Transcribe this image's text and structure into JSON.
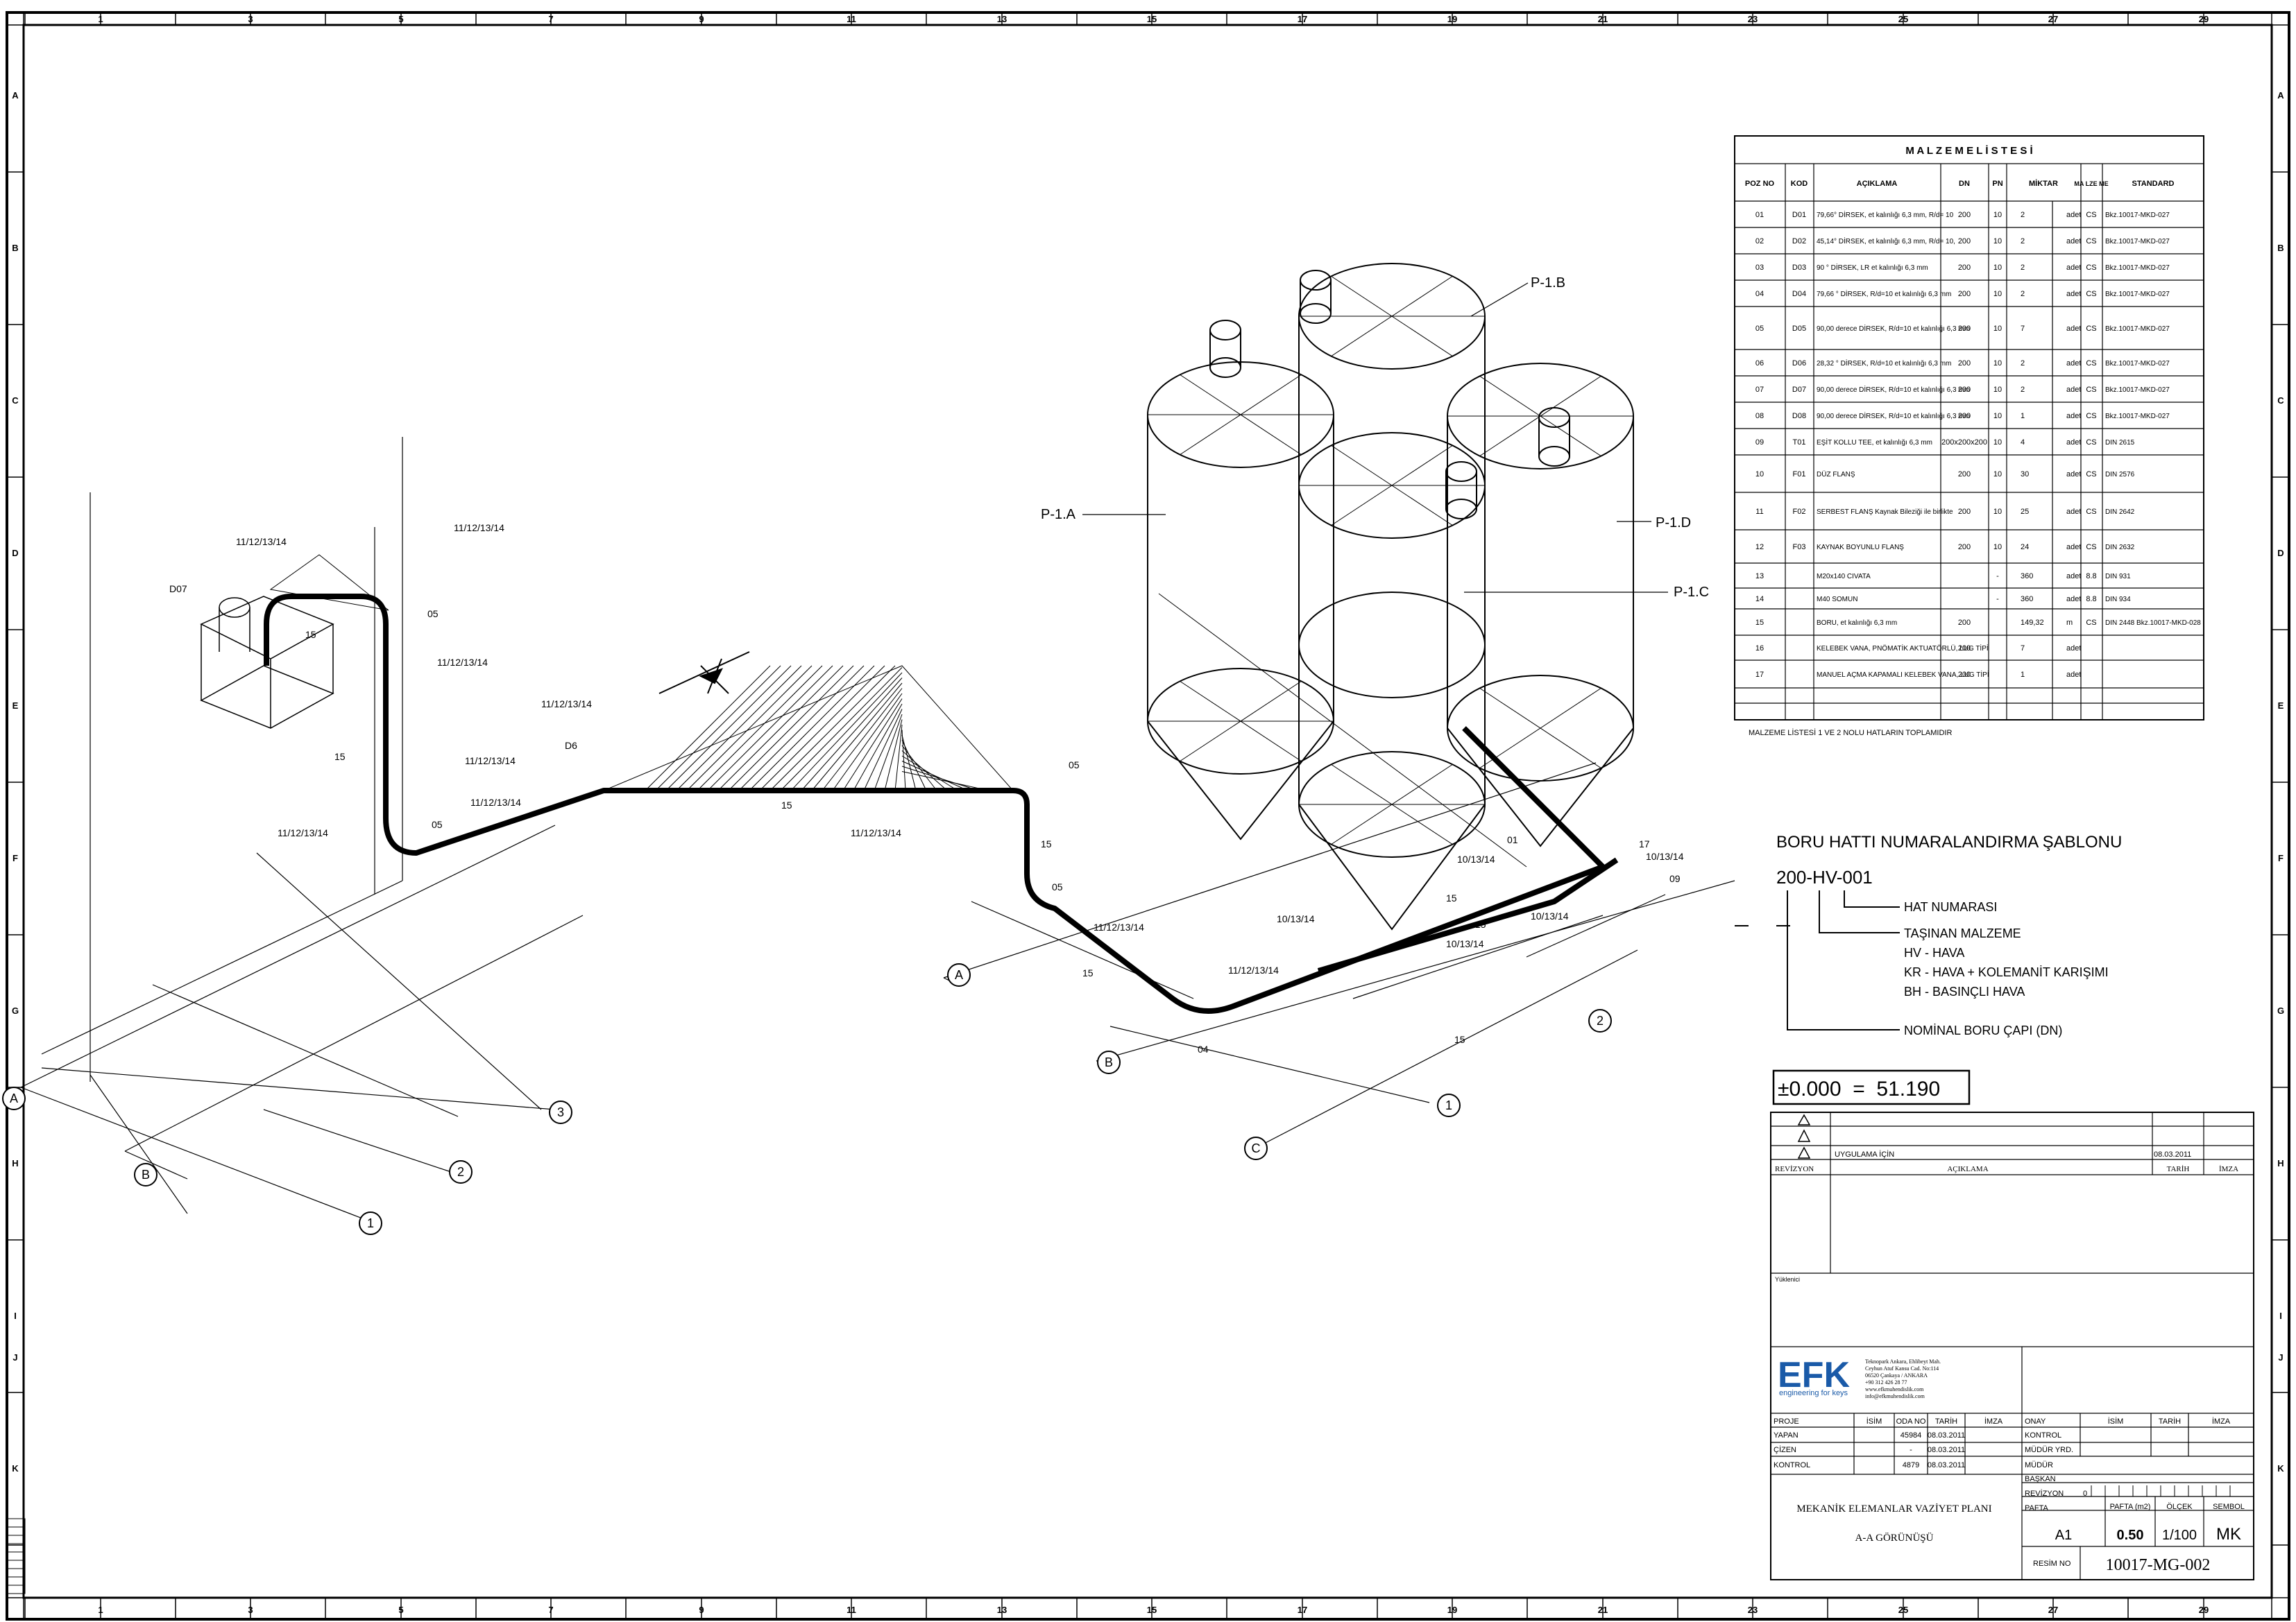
{
  "grid": {
    "cols": [
      "1",
      "3",
      "5",
      "7",
      "9",
      "11",
      "13",
      "15",
      "17",
      "19",
      "21",
      "23",
      "25",
      "27",
      "29"
    ],
    "rows": [
      "A",
      "B",
      "C",
      "D",
      "E",
      "F",
      "G",
      "H",
      "I",
      "J",
      "K"
    ]
  },
  "material_list": {
    "title": "M A L Z E M E   L İ S T E S İ",
    "headers": [
      "POZ NO",
      "KOD",
      "AÇIKLAMA",
      "DN",
      "PN",
      "MİKTAR",
      "MA LZE ME",
      "STANDARD"
    ],
    "rows": [
      [
        "01",
        "D01",
        "79,66° DİRSEK, et kalınlığı 6,3 mm, R/d= 10",
        "200",
        "10",
        "2",
        "adet",
        "CS",
        "Bkz.10017-MKD-027"
      ],
      [
        "02",
        "D02",
        "45,14° DİRSEK, et kalınlığı 6,3 mm, R/d= 10,",
        "200",
        "10",
        "2",
        "adet",
        "CS",
        "Bkz.10017-MKD-027"
      ],
      [
        "03",
        "D03",
        "90 ° DİRSEK, LR et kalınlığı 6,3 mm",
        "200",
        "10",
        "2",
        "adet",
        "CS",
        "Bkz.10017-MKD-027"
      ],
      [
        "04",
        "D04",
        "79,66 ° DİRSEK, R/d=10 et kalınlığı 6,3 mm",
        "200",
        "10",
        "2",
        "adet",
        "CS",
        "Bkz.10017-MKD-027"
      ],
      [
        "05",
        "D05",
        "90,00 derece DİRSEK, R/d=10 et kalınlığı 6,3 mm",
        "200",
        "10",
        "7",
        "adet",
        "CS",
        "Bkz.10017-MKD-027"
      ],
      [
        "06",
        "D06",
        "28,32 ° DİRSEK, R/d=10 et kalınlığı 6,3 mm",
        "200",
        "10",
        "2",
        "adet",
        "CS",
        "Bkz.10017-MKD-027"
      ],
      [
        "07",
        "D07",
        "90,00 derece DİRSEK, R/d=10 et kalınlığı 6,3 mm",
        "200",
        "10",
        "2",
        "adet",
        "CS",
        "Bkz.10017-MKD-027"
      ],
      [
        "08",
        "D08",
        "90,00 derece DİRSEK, R/d=10 et kalınlığı 6,3 mm",
        "200",
        "10",
        "1",
        "adet",
        "CS",
        "Bkz.10017-MKD-027"
      ],
      [
        "09",
        "T01",
        "EŞİT KOLLU TEE, et kalınlığı 6,3 mm",
        "200x200x200",
        "10",
        "4",
        "adet",
        "CS",
        "DIN 2615"
      ],
      [
        "10",
        "F01",
        "DÜZ FLANŞ",
        "200",
        "10",
        "30",
        "adet",
        "CS",
        "DIN 2576"
      ],
      [
        "11",
        "F02",
        "SERBEST FLANŞ Kaynak Bileziği ile birlikte",
        "200",
        "10",
        "25",
        "adet",
        "CS",
        "DIN 2642"
      ],
      [
        "12",
        "F03",
        "KAYNAK BOYUNLU FLANŞ",
        "200",
        "10",
        "24",
        "adet",
        "CS",
        "DIN 2632"
      ],
      [
        "13",
        "",
        "M20x140 CIVATA",
        "",
        "-",
        "360",
        "adet",
        "8.8",
        "DIN 931"
      ],
      [
        "14",
        "",
        "M40 SOMUN",
        "",
        "-",
        "360",
        "adet",
        "8.8",
        "DIN 934"
      ],
      [
        "15",
        "",
        "BORU, et kalınlığı 6,3 mm",
        "200",
        "",
        "149,32",
        "m",
        "CS",
        "DIN 2448 Bkz.10017-MKD-028"
      ],
      [
        "16",
        "",
        "KELEBEK VANA, PNÖMATİK AKTUATÖRLÜ, LUG TİPİ",
        "200",
        "",
        "7",
        "adet",
        "",
        ""
      ],
      [
        "17",
        "",
        "MANUEL AÇMA KAPAMALI KELEBEK VANA, LUG TİPİ",
        "200",
        "",
        "1",
        "adet",
        "",
        ""
      ]
    ],
    "note": "MALZEME LİSTESİ 1 VE 2 NOLU HATLARIN TOPLAMIDIR"
  },
  "line_numbering": {
    "title": "BORU HATTI NUMARALANDIRMA ŞABLONU",
    "example": "200-HV-001",
    "hat_no": "HAT NUMARASI",
    "tasinan": "TAŞINAN MALZEME",
    "hv": "HV - HAVA",
    "kr": "KR - HAVA + KOLEMANİT KARIŞIMI",
    "bh": "BH - BASINÇLI HAVA",
    "dn": "NOMİNAL BORU ÇAPI (DN)"
  },
  "elevation": "±0.000  =  51.190",
  "revision": {
    "uygulama": "UYGULAMA İÇİN",
    "tarih_val": "08.03.2011",
    "revizyon": "REVİZYON",
    "aciklama": "AÇIKLAMA",
    "tarih": "TARİH",
    "imza": "İMZA",
    "yuklenici": "Yüklenici"
  },
  "company": {
    "logo": "EFK",
    "tagline": "engineering for keys",
    "addr1": "Teknopark Ankara, Ehlibeyt Mah.",
    "addr2": "Ceyhun Atuf Kansu Cad. No:114",
    "addr3": "06520 Çankaya / ANKARA",
    "addr4": "+90 312 426 28 77",
    "addr5": "www.efkmuhendislik.com",
    "addr6": "info@efkmuhendislik.com"
  },
  "signoff": {
    "left_headers": [
      "PROJE",
      "İSİM",
      "ODA NO",
      "TARİH",
      "İMZA"
    ],
    "left_rows": [
      [
        "YAPAN",
        "",
        "45984",
        "08.03.2011",
        ""
      ],
      [
        "ÇİZEN",
        "",
        "-",
        "08.03.2011",
        ""
      ],
      [
        "KONTROL",
        "",
        "4879",
        "08.03.2011",
        ""
      ]
    ],
    "right_headers": [
      "ONAY",
      "İSİM",
      "TARİH",
      "İMZA"
    ],
    "right_rows": [
      "KONTROL",
      "MÜDÜR YRD.",
      "MÜDÜR",
      "BAŞKAN"
    ]
  },
  "title_block": {
    "title": "MEKANİK ELEMANLAR VAZİYET PLANI",
    "subtitle": "A-A GÖRÜNÜŞÜ",
    "revizyon_label": "REVİZYON",
    "revizyon_val": "0",
    "pafta_label": "PAFTA",
    "pafta_m2_label": "PAFTA (m2)",
    "olcek_label": "ÖLÇEK",
    "sembol_label": "SEMBOL",
    "pafta": "A1",
    "pafta_m2": "0.50",
    "olcek": "1/100",
    "sembol": "MK",
    "resim_no_label": "RESİM NO",
    "resim_no": "10017-MG-002"
  },
  "tank_labels": [
    "P-1.A",
    "P-1.B",
    "P-1.C",
    "P-1.D"
  ],
  "pipe_labels": {
    "l1": "11/12/13/14",
    "l2": "10/13/14",
    "n15": "15",
    "n05": "05",
    "n04": "04",
    "n01": "01",
    "n17": "17",
    "n09": "09",
    "d07": "D07",
    "d6": "D6"
  },
  "axis_labels": [
    "A",
    "B",
    "C",
    "1",
    "2",
    "3"
  ]
}
